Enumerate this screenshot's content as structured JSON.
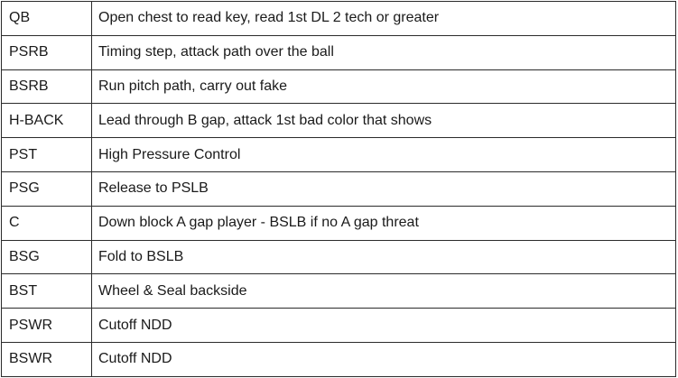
{
  "assignments": [
    {
      "position": "QB",
      "assignment": "Open chest to read key, read 1st DL 2 tech or greater"
    },
    {
      "position": "PSRB",
      "assignment": "Timing step, attack path over the ball"
    },
    {
      "position": "BSRB",
      "assignment": "Run pitch path, carry out fake"
    },
    {
      "position": "H-BACK",
      "assignment": "Lead through B gap, attack 1st bad color that shows"
    },
    {
      "position": "PST",
      "assignment": "High Pressure Control"
    },
    {
      "position": "PSG",
      "assignment": "Release to PSLB"
    },
    {
      "position": "C",
      "assignment": "Down block A gap player - BSLB if no A gap threat"
    },
    {
      "position": "BSG",
      "assignment": "Fold to BSLB"
    },
    {
      "position": "BST",
      "assignment": "Wheel & Seal backside"
    },
    {
      "position": "PSWR",
      "assignment": "Cutoff NDD"
    },
    {
      "position": "BSWR",
      "assignment": "Cutoff NDD"
    }
  ]
}
